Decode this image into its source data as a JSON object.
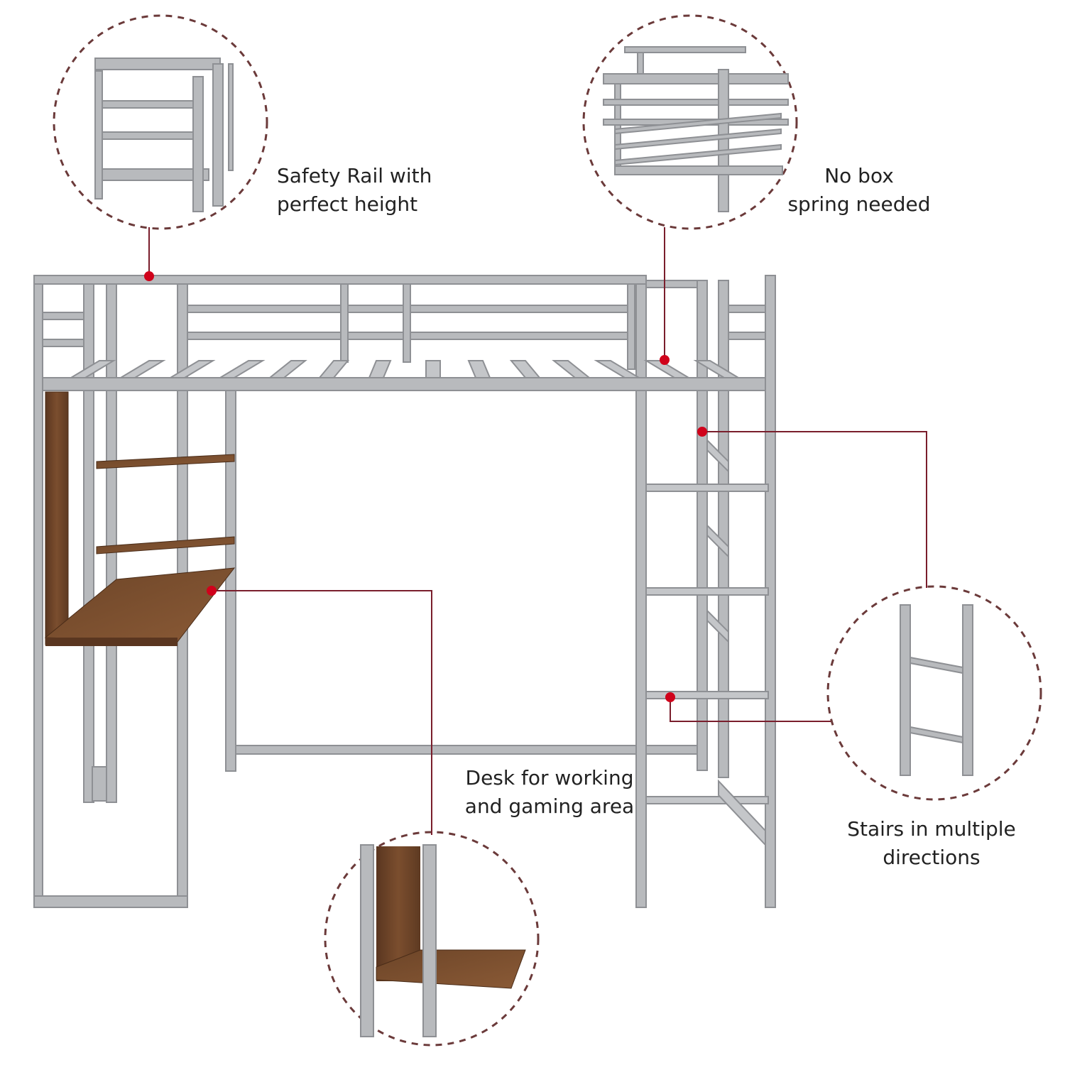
{
  "callouts": {
    "safety_rail": {
      "line1": "Safety Rail with",
      "line2": "perfect height",
      "icon": "safety-rail-closeup"
    },
    "no_box_spring": {
      "line1": "No box",
      "line2": "spring needed",
      "icon": "slat-frame-closeup"
    },
    "desk": {
      "line1": "Desk for working",
      "line2": "and gaming area",
      "icon": "wood-shelf-closeup"
    },
    "stairs": {
      "line1": "Stairs in multiple",
      "line2": "directions",
      "icon": "ladder-closeup"
    }
  },
  "colors": {
    "metal": "#b3b5b8",
    "metal_dark": "#8e9094",
    "wood": "#6b4428",
    "wood_light": "#8a5a36",
    "callout_line": "#7a1e2c",
    "callout_dot": "#d0021b",
    "dashed_circle": "#6b3a3a"
  }
}
